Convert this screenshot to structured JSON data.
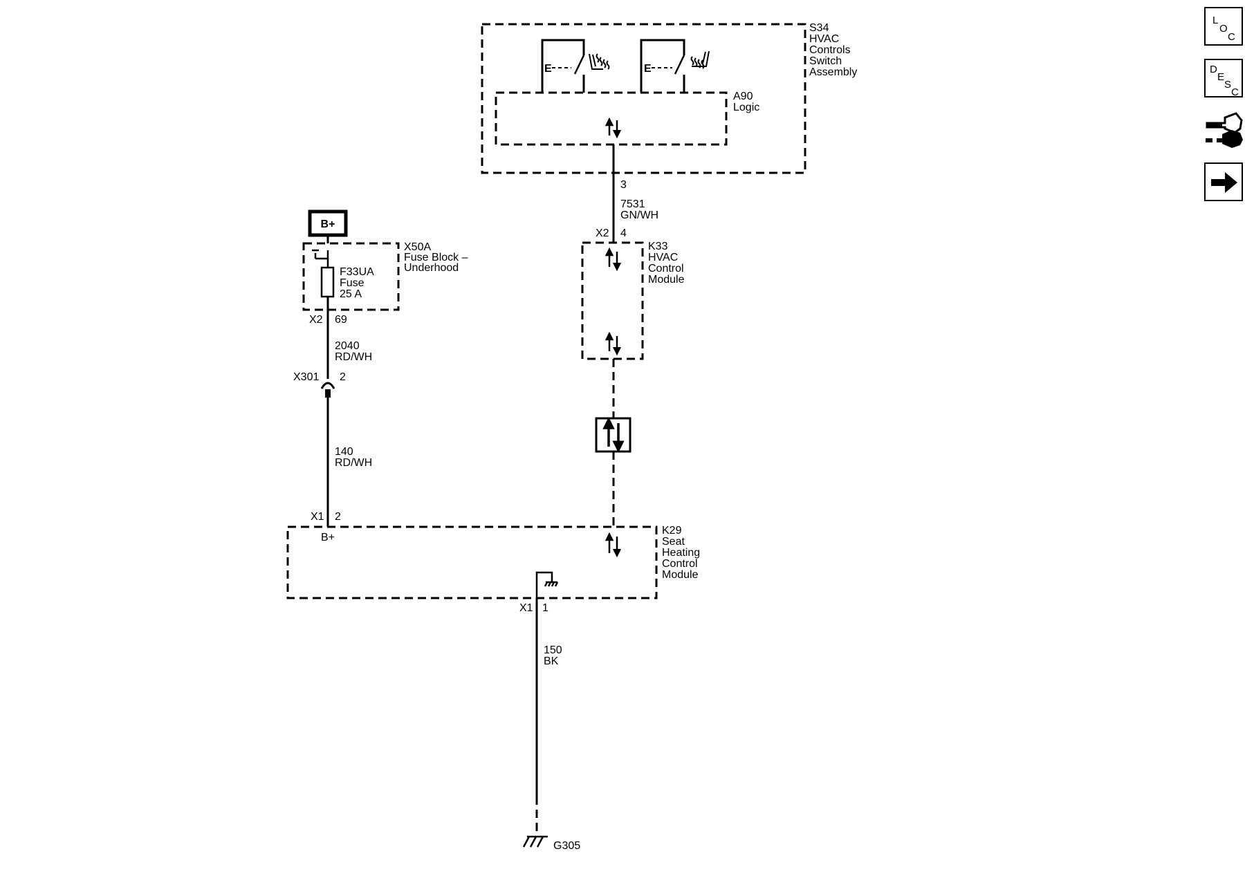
{
  "components": {
    "s34": {
      "ref": "S34",
      "lines": [
        "HVAC",
        "Controls",
        "Switch",
        "Assembly"
      ]
    },
    "a90": {
      "ref": "A90",
      "lines": [
        "Logic"
      ]
    },
    "k33": {
      "ref": "K33",
      "lines": [
        "HVAC",
        "Control",
        "Module"
      ]
    },
    "k29": {
      "ref": "K29",
      "lines": [
        "Seat",
        "Heating",
        "Control",
        "Module"
      ]
    },
    "x50a": {
      "ref": "X50A",
      "lines": [
        "Fuse Block –",
        "Underhood"
      ]
    },
    "fuse": {
      "ref": "F33UA",
      "lines": [
        "Fuse",
        "25 A"
      ]
    },
    "battery": "B+",
    "k29_pin_label": "B+"
  },
  "wires": {
    "w7531": {
      "circuit": "7531",
      "color": "GN/WH"
    },
    "w2040": {
      "circuit": "2040",
      "color": "RD/WH"
    },
    "w140": {
      "circuit": "140",
      "color": "RD/WH"
    },
    "w150": {
      "circuit": "150",
      "color": "BK"
    }
  },
  "connectors": {
    "s34_pin": "3",
    "k33_conn": "X2",
    "k33_pin": "4",
    "fuse_conn": "X2",
    "fuse_pin": "69",
    "inline_conn": "X301",
    "inline_pin": "2",
    "k29_b_conn": "X1",
    "k29_b_pin": "2",
    "k29_g_conn": "X1",
    "k29_g_pin": "1"
  },
  "ground": "G305",
  "nav": [
    {
      "name": "loc",
      "letters": [
        "L",
        "O",
        "C"
      ]
    },
    {
      "name": "desc",
      "letters": [
        "D",
        "E",
        "S",
        "C"
      ]
    },
    {
      "name": "connector",
      "icon": "connector-icon"
    },
    {
      "name": "next",
      "icon": "arrow-right-icon"
    }
  ]
}
